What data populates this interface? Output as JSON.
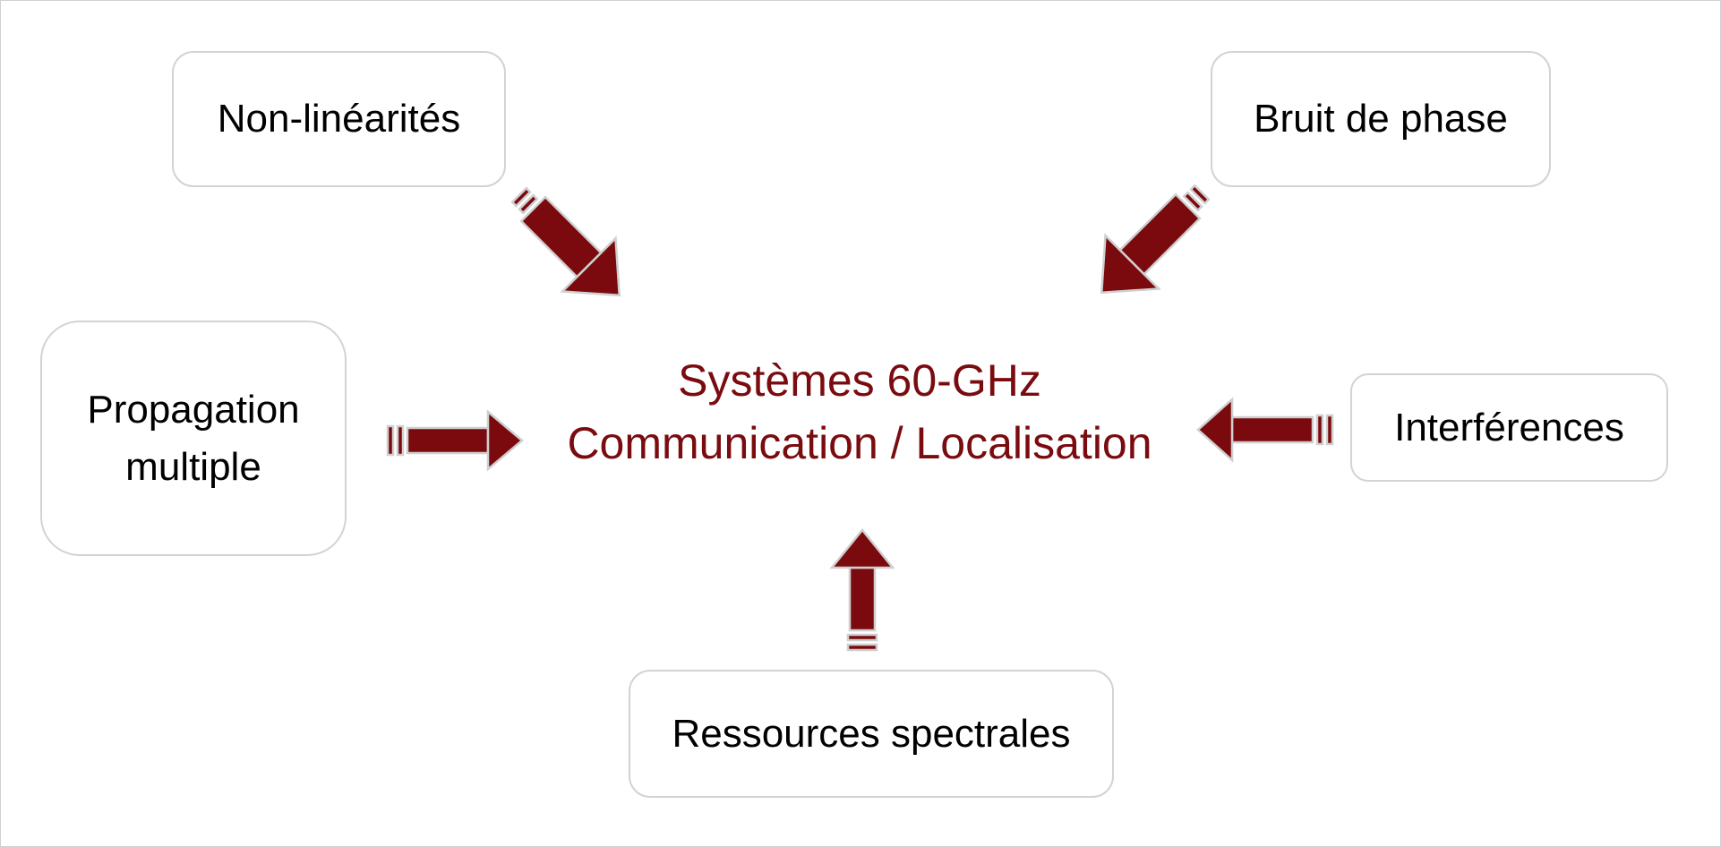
{
  "diagram": {
    "center": {
      "line1": "Systèmes 60-GHz",
      "line2": "Communication / Localisation"
    },
    "boxes": {
      "non_linearites": "Non-linéarités",
      "bruit_de_phase": "Bruit de phase",
      "propagation_line1": "Propagation",
      "propagation_line2": "multiple",
      "interferences": "Interférences",
      "ressources_spectrales": "Ressources spectrales"
    },
    "colors": {
      "arrow_fill": "#7b0a0e",
      "arrow_outline": "#cfcfcf",
      "box_border": "#d3d3d3",
      "center_text": "#7a0c10"
    }
  }
}
